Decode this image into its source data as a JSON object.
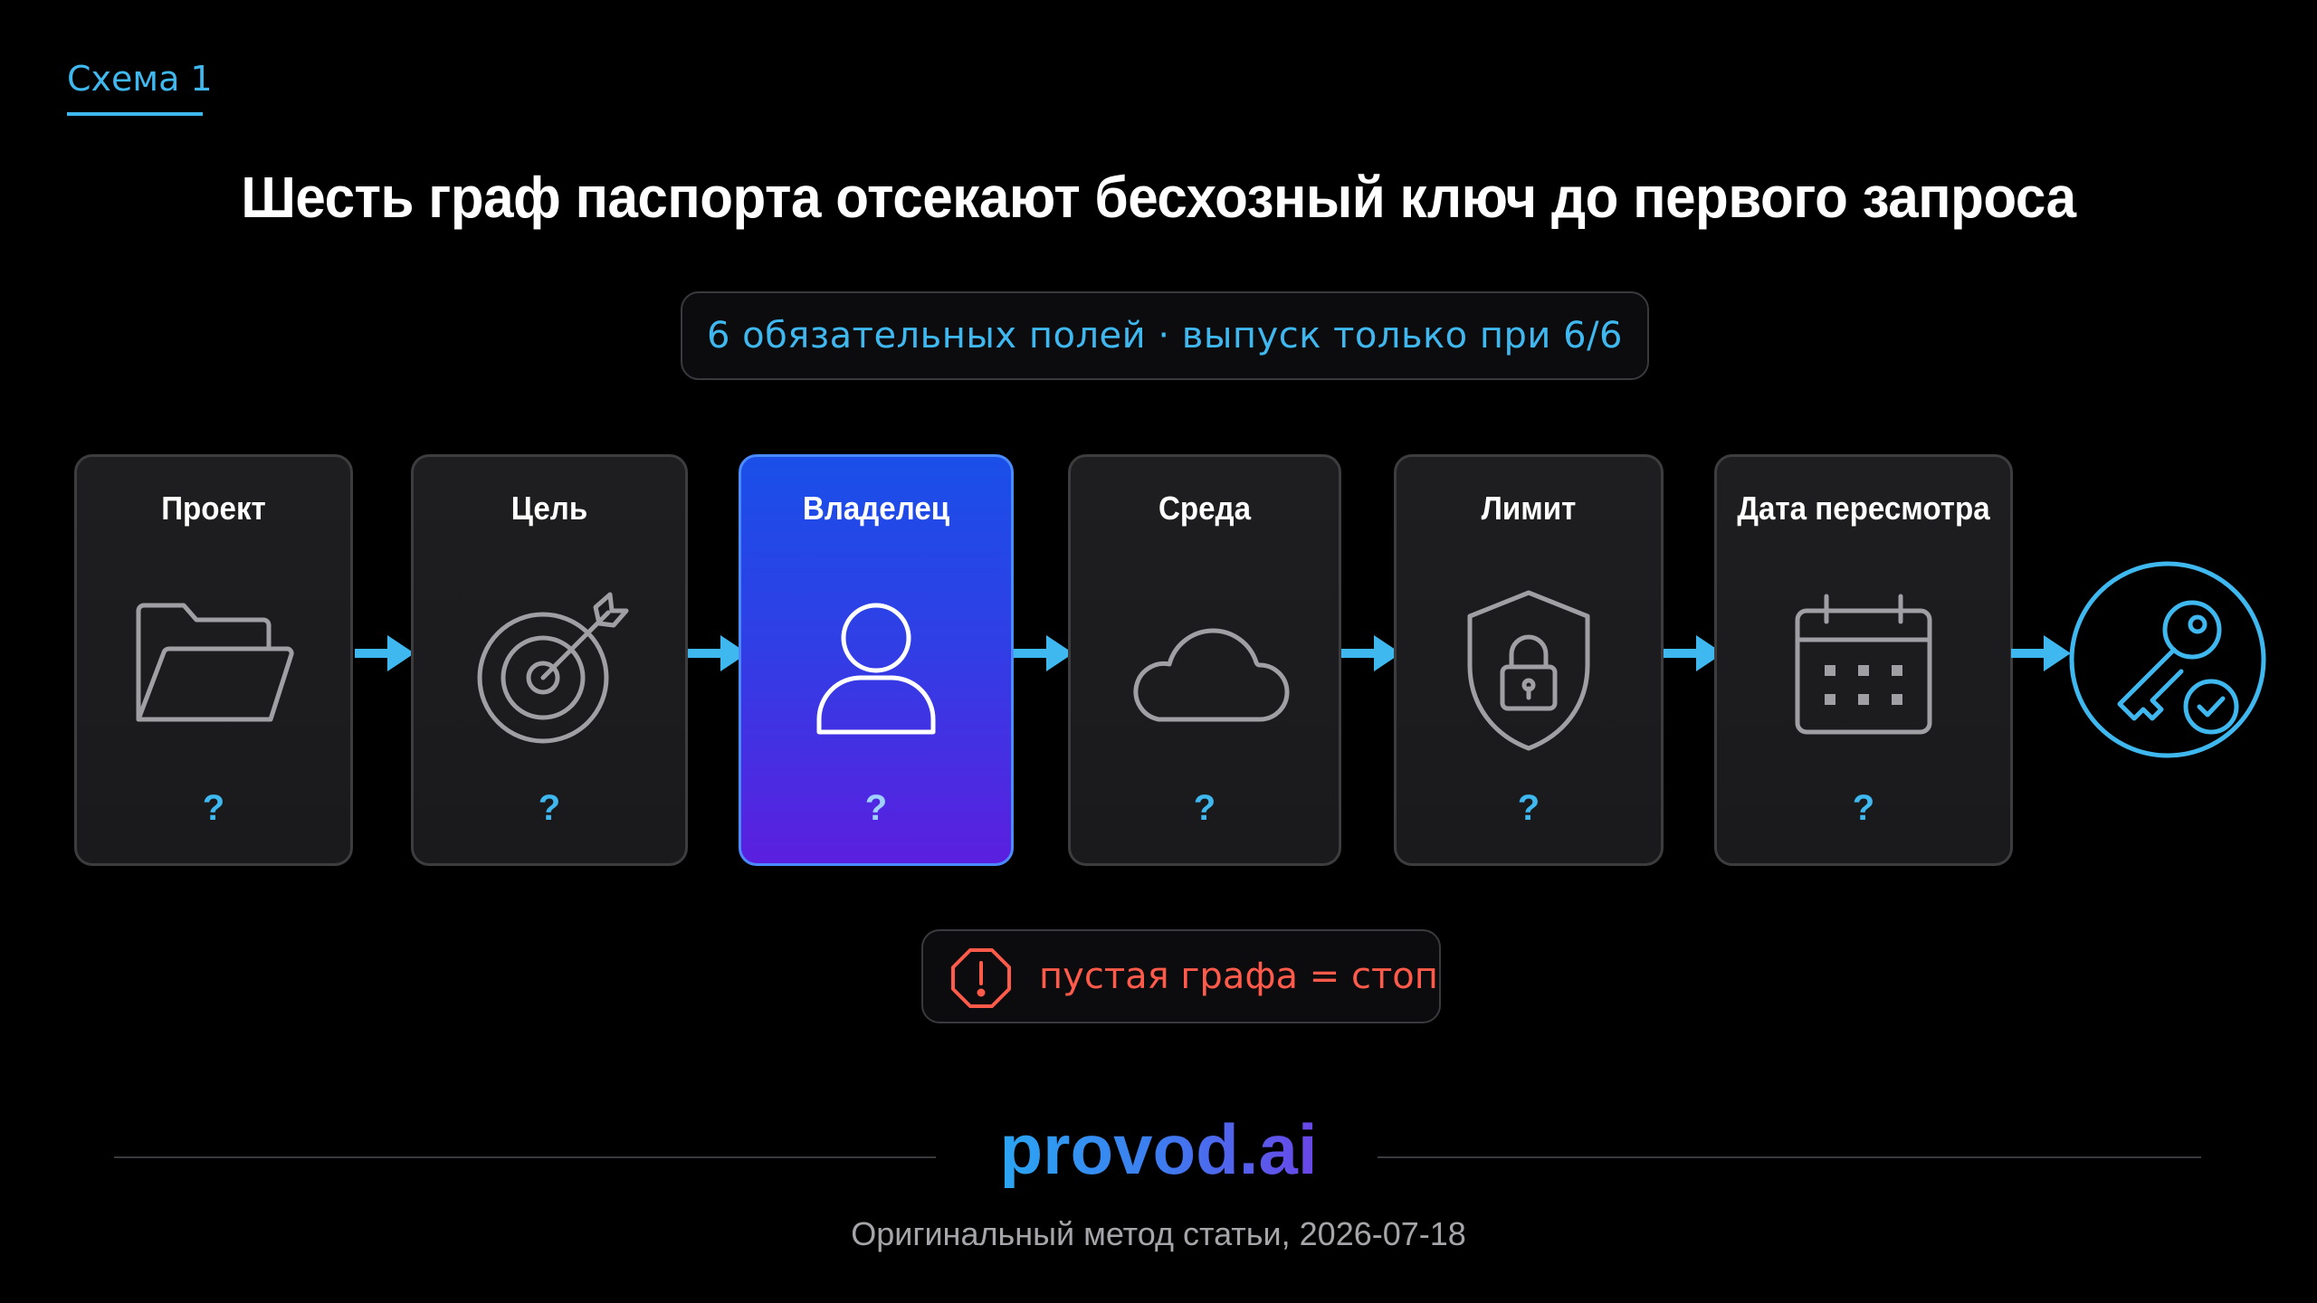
{
  "header": {
    "scheme_label": "Схема 1",
    "title": "Шесть граф паспорта отсекают бесхозный ключ до первого запроса",
    "subtitle": "6 обязательных полей · выпуск только при 6/6"
  },
  "fields": [
    {
      "label": "Проект",
      "value": "?",
      "icon": "folder-icon",
      "active": false
    },
    {
      "label": "Цель",
      "value": "?",
      "icon": "target-icon",
      "active": false
    },
    {
      "label": "Владелец",
      "value": "?",
      "icon": "user-icon",
      "active": true
    },
    {
      "label": "Среда",
      "value": "?",
      "icon": "cloud-icon",
      "active": false
    },
    {
      "label": "Лимит",
      "value": "?",
      "icon": "shield-lock-icon",
      "active": false
    },
    {
      "label": "Дата пересмотра",
      "value": "?",
      "icon": "calendar-icon",
      "active": false
    }
  ],
  "result": {
    "icon": "key-check-icon"
  },
  "warning": {
    "icon": "alert-octagon-icon",
    "text": "пустая графа = стоп"
  },
  "footer": {
    "brand": "provod.ai",
    "note": "Оригинальный метод статьи, 2026-07-18"
  },
  "colors": {
    "accent": "#3fb8f0",
    "active_gradient_top": "#1a4fe8",
    "active_gradient_bottom": "#5b1fe0",
    "warning": "#ff5a4a",
    "card_border": "#3d3d40",
    "background": "#000000"
  }
}
